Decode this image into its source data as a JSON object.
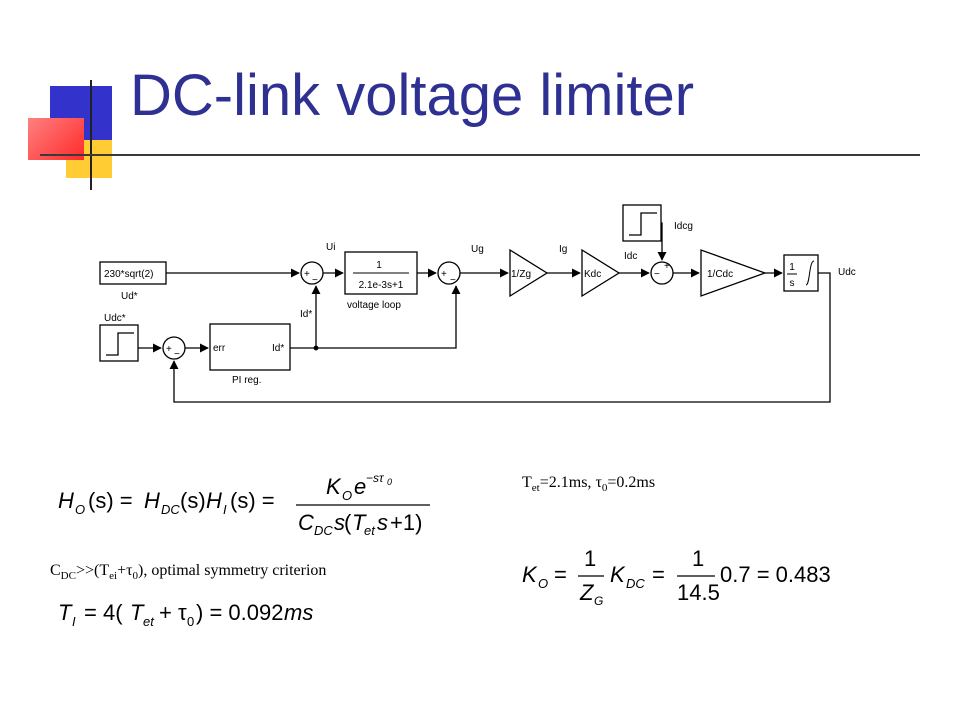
{
  "title": "DC-link voltage limiter",
  "colors": {
    "title": "#2E3192",
    "deco_blue": "#3333CC",
    "deco_red": "#FF3333",
    "deco_yellow": "#FFCC33"
  },
  "diagram": {
    "source_label": "230*sqrt(2)",
    "labels": {
      "ud_star": "Ud*",
      "udc_star": "Udc*",
      "ui": "Ui",
      "id_star": "Id*",
      "ug": "Ug",
      "ig": "Ig",
      "idc": "Idc",
      "idcg": "Idcg",
      "udc": "Udc",
      "voltage_loop": "voltage loop",
      "pi_reg": "PI reg.",
      "err": "err",
      "id_out": "Id*"
    },
    "tf_num": "1",
    "tf_den": "2.1e-3s+1",
    "gain_zg": "1/Zg",
    "gain_kdc": "Kdc",
    "gain_cdc": "1/Cdc",
    "integrator_num": "1",
    "integrator_den": "s",
    "signs": {
      "plus": "+",
      "minus": "−"
    }
  },
  "params": {
    "tet_text": "T",
    "tet_sub": "et",
    "tet_val": "=2.1ms, ",
    "tau_text": "τ",
    "tau_sub": "0",
    "tau_val": "=0.2ms"
  },
  "criterion": {
    "c": "C",
    "c_sub": "DC",
    "mid": ">>(T",
    "ei_sub": "ei",
    "plus_tau": "+τ",
    "tau_sub": "0",
    "tail": "), optimal symmetry criterion"
  }
}
